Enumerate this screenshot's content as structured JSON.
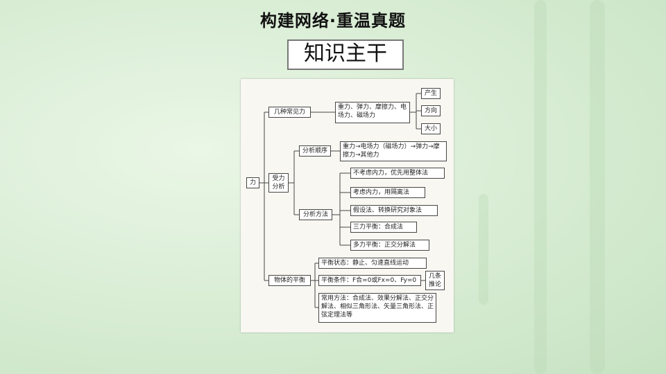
{
  "title": "构建网络·重温真题",
  "section_label": "知识主干",
  "diagram": {
    "root": "力",
    "branch_forces": "几种常见力",
    "forces_list": "重力、弹力、摩擦力、电场力、磁场力",
    "force_props": [
      "产生",
      "方向",
      "大小"
    ],
    "branch_analysis": "受力\n分析",
    "analysis_order": "分析顺序",
    "order_detail": "重力→电场力（磁场力）→弹力→摩擦力→其他力",
    "analysis_method": "分析方法",
    "methods": [
      "不考虑内力，优先用整体法",
      "考虑内力，用隔离法",
      "假设法、转换研究对象法",
      "三力平衡：合成法",
      "多力平衡：正交分解法"
    ],
    "branch_equilibrium": "物体的平衡",
    "eq_state": "平衡状态：静止、匀速直线运动",
    "eq_condition": "平衡条件：F合=0或Fx=0、Fy=0",
    "eq_inference": "几条\n推论",
    "eq_methods": "常用方法：合成法、效果分解法、正交分解法、相似三角形法、矢量三角形法、正弦定理法等"
  }
}
